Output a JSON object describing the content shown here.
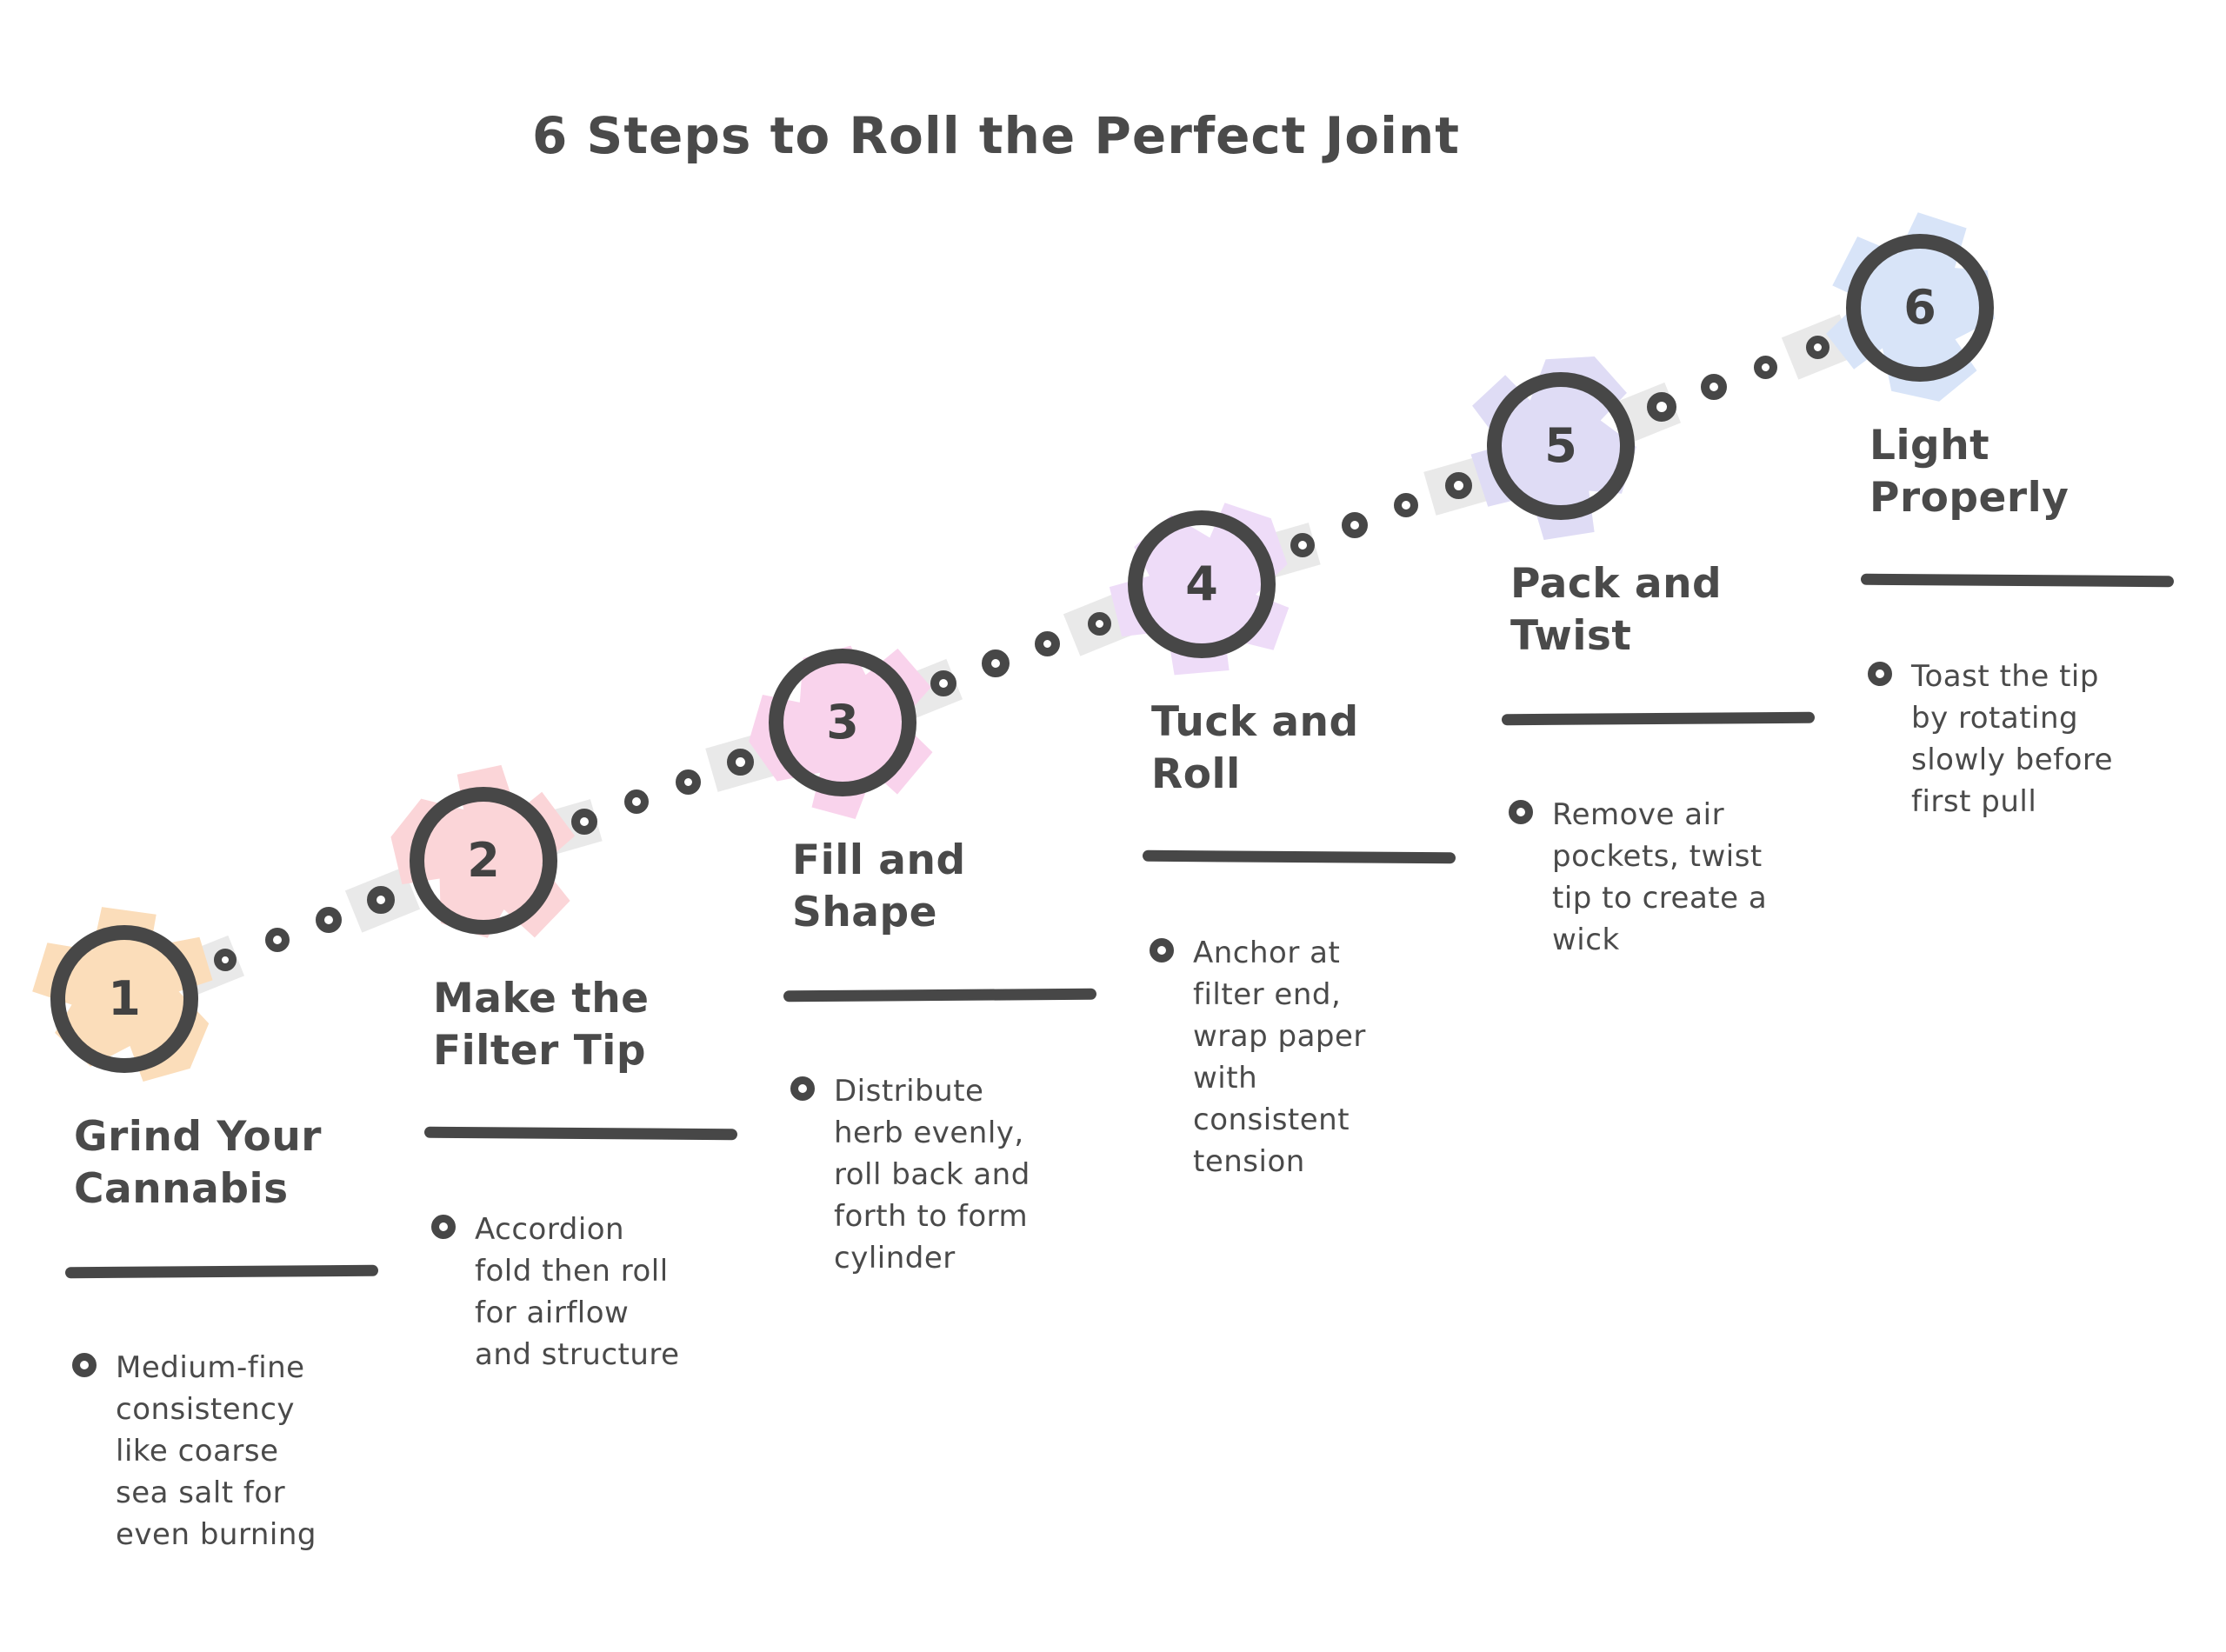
{
  "title": "6 Steps to Roll the Perfect Joint",
  "colors": {
    "ink": "#4a4a4a",
    "stroke": "#474747",
    "band": "#e9e9e9",
    "background": "#ffffff"
  },
  "steps": [
    {
      "number": "1",
      "title_lines": [
        "Grind Your",
        "Cannabis"
      ],
      "desc_lines": [
        "Medium-fine",
        "consistency",
        "like coarse",
        "sea salt for",
        "even burning"
      ],
      "color": "#fbddba"
    },
    {
      "number": "2",
      "title_lines": [
        "Make the",
        "Filter Tip"
      ],
      "desc_lines": [
        "Accordion",
        "fold then roll",
        "for airflow",
        "and structure"
      ],
      "color": "#fbd5d8"
    },
    {
      "number": "3",
      "title_lines": [
        "Fill and",
        "Shape"
      ],
      "desc_lines": [
        "Distribute",
        "herb evenly,",
        "roll back and",
        "forth to form",
        "cylinder"
      ],
      "color": "#f9d3ec"
    },
    {
      "number": "4",
      "title_lines": [
        "Tuck and",
        "Roll"
      ],
      "desc_lines": [
        "Anchor at",
        "filter end,",
        "wrap paper",
        "with",
        "consistent",
        "tension"
      ],
      "color": "#eedcf8"
    },
    {
      "number": "5",
      "title_lines": [
        "Pack and",
        "Twist"
      ],
      "desc_lines": [
        "Remove air",
        "pockets, twist",
        "tip to create a",
        "wick"
      ],
      "color": "#dfdcf5"
    },
    {
      "number": "6",
      "title_lines": [
        "Light",
        "Properly"
      ],
      "desc_lines": [
        "Toast the tip",
        "by rotating",
        "slowly before",
        "first pull"
      ],
      "color": "#d8e4f8"
    }
  ]
}
